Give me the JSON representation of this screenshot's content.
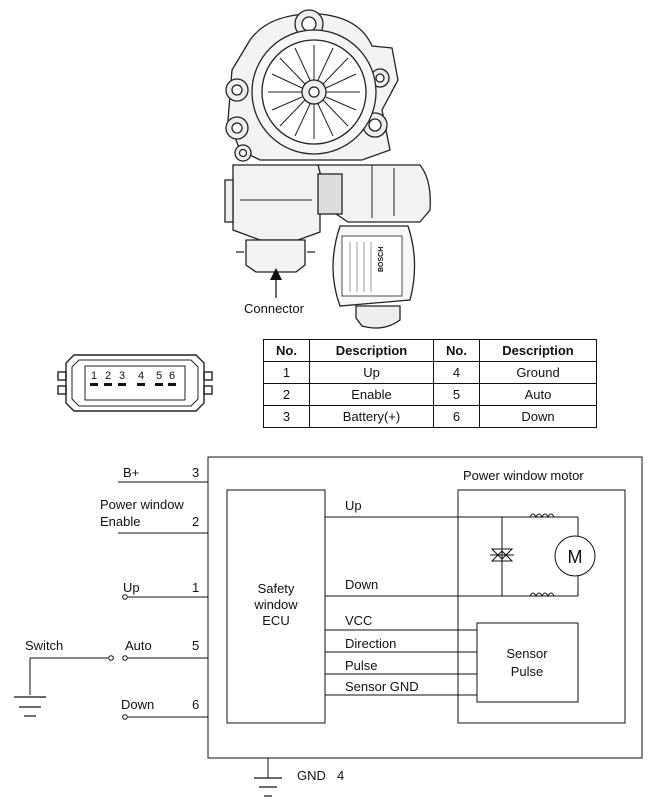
{
  "connector_label": "Connector",
  "connector_pins": [
    "1",
    "2",
    "3",
    "4",
    "5",
    "6"
  ],
  "motor_brand": "BOSCH",
  "pin_table": {
    "headers": [
      "No.",
      "Description",
      "No.",
      "Description"
    ],
    "rows": [
      [
        "1",
        "Up",
        "4",
        "Ground"
      ],
      [
        "2",
        "Enable",
        "5",
        "Auto"
      ],
      [
        "3",
        "Battery(+)",
        "6",
        "Down"
      ]
    ]
  },
  "schematic": {
    "b_plus": "B+",
    "pin3": "3",
    "power_window": "Power window",
    "enable": "Enable",
    "pin2": "2",
    "up": "Up",
    "pin1": "1",
    "switch": "Switch",
    "auto": "Auto",
    "pin5": "5",
    "down": "Down",
    "pin6": "6",
    "gnd": "GND",
    "pin4": "4",
    "ecu_line1": "Safety",
    "ecu_line2": "window",
    "ecu_line3": "ECU",
    "motor_title": "Power window motor",
    "sig_up": "Up",
    "sig_down": "Down",
    "sig_vcc": "VCC",
    "sig_direction": "Direction",
    "sig_pulse": "Pulse",
    "sig_sensor_gnd": "Sensor GND",
    "sensor_line1": "Sensor",
    "sensor_line2": "Pulse",
    "motor_symbol": "M"
  }
}
